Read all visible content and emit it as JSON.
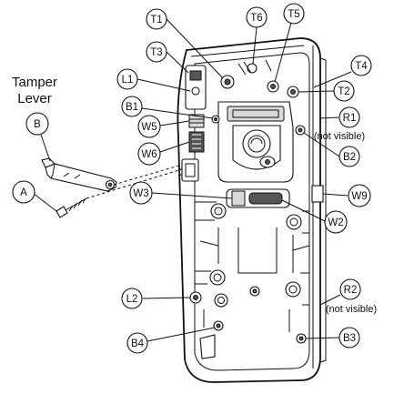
{
  "title": {
    "line1": "Tamper",
    "line2": "Lever"
  },
  "callouts": {
    "A": "A",
    "B": "B",
    "T1": "T1",
    "T3": "T3",
    "T6": "T6",
    "T5": "T5",
    "T4": "T4",
    "T2": "T2",
    "L1": "L1",
    "B1": "B1",
    "W5": "W5",
    "W6": "W6",
    "R1": "R1",
    "B2": "B2",
    "W3": "W3",
    "W9": "W9",
    "W2": "W2",
    "L2": "L2",
    "R2": "R2",
    "B4": "B4",
    "B3": "B3"
  },
  "notes": {
    "r1_not_visible": "(not visible)",
    "r2_not_visible": "(not visible)"
  }
}
